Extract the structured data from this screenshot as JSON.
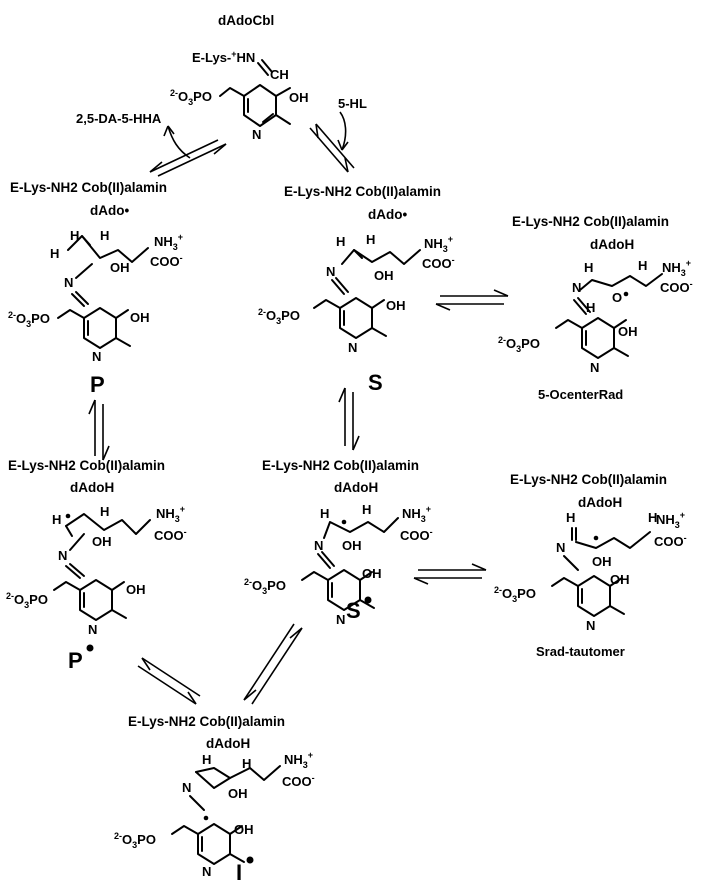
{
  "intermediates": {
    "dadocbl": {
      "title": "dAdoCbl",
      "lys_imine": "E-Lys-+HN═CH",
      "oh": "OH",
      "po": "2-O3PO",
      "n": "N"
    },
    "product_radical": {
      "line1": "E-Lys-NH2  Cob(II)alamin",
      "line2": "dAdo•",
      "label": "P"
    },
    "substrate": {
      "line1": "E-Lys-NH2  Cob(II)alamin",
      "line2": "dAdo•",
      "label": "S"
    },
    "o_center": {
      "line1": "E-Lys-NH2  Cob(II)alamin",
      "line2": "dAdoH",
      "label": "5-OcenterRad"
    },
    "p_radical": {
      "line1": "E-Lys-NH2  Cob(II)alamin",
      "line2": "dAdoH",
      "label": "P•"
    },
    "s_radical": {
      "line1": "E-Lys-NH2  Cob(II)alamin",
      "line2": "dAdoH",
      "label": "S•"
    },
    "tautomer": {
      "line1": "E-Lys-NH2  Cob(II)alamin",
      "line2": "dAdoH",
      "label": "Srad-tautomer"
    },
    "i_radical": {
      "line1": "E-Lys-NH2  Cob(II)alamin",
      "line2": "dAdoH",
      "label": "I•"
    }
  },
  "reagents": {
    "product_out": "2,5-DA-5-HHA",
    "substrate_in": "5-HL"
  },
  "atoms": {
    "nh3": "NH3+",
    "coo": "COO-",
    "oh": "OH",
    "h": "H",
    "n": "N",
    "o_radical": "O•"
  }
}
